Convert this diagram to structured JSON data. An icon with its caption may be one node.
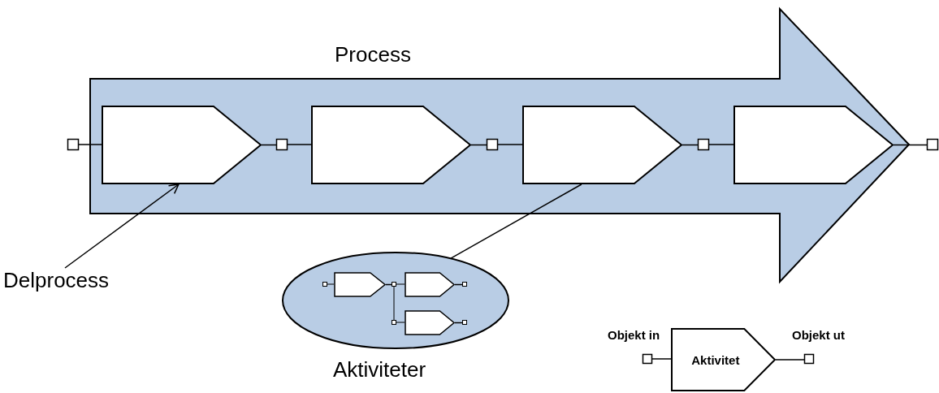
{
  "diagram": {
    "nodes": [
      {
        "text": [
          "Process"
        ]
      },
      {
        "text": [],
        "shape": "box"
      },
      {
        "text": [],
        "shape": "pentagon",
        "in": 0
      },
      {
        "text": [],
        "shape": "box",
        "in": 0
      },
      {
        "text": [],
        "shape": "pentagon",
        "in": 0
      },
      {
        "text": [],
        "shape": "box",
        "in": 0
      },
      {
        "text": [],
        "shape": "pentagon",
        "in": 0
      },
      {
        "text": [],
        "shape": "box",
        "in": 0
      },
      {
        "text": [],
        "shape": "pentagon",
        "in": 0
      },
      {
        "text": [],
        "shape": "box"
      },
      {
        "text": [
          "Delprocess"
        ]
      },
      {
        "text": [],
        "shape": "ellipse",
        "beside": [
          "Aktiviteter"
        ]
      },
      {
        "text": [],
        "shape": "box",
        "in": 11
      },
      {
        "text": [],
        "shape": "pentagon",
        "in": 11
      },
      {
        "text": [],
        "shape": "box",
        "in": 11
      },
      {
        "text": [],
        "shape": "pentagon",
        "in": 11
      },
      {
        "text": [],
        "shape": "box",
        "in": 11
      },
      {
        "text": [],
        "shape": "box",
        "in": 11
      },
      {
        "text": [],
        "shape": "pentagon",
        "in": 11
      },
      {
        "text": [],
        "shape": "box",
        "in": 11
      },
      {
        "text": [],
        "shape": "box",
        "beside": [
          "Objekt in"
        ]
      },
      {
        "text": [
          "Aktivitet"
        ]
      },
      {
        "text": [],
        "shape": "box",
        "beside": [
          "Objekt ut"
        ]
      }
    ],
    "edges": [
      {
        "from": 1,
        "to": 2,
        "arrow": "none"
      },
      {
        "from": 2,
        "to": 3,
        "arrow": "none"
      },
      {
        "from": 3,
        "to": 4,
        "arrow": "none"
      },
      {
        "from": 4,
        "to": 5,
        "arrow": "none"
      },
      {
        "from": 5,
        "to": 6,
        "arrow": "none"
      },
      {
        "from": 6,
        "to": 7,
        "arrow": "none"
      },
      {
        "from": 7,
        "to": 8,
        "arrow": "none"
      },
      {
        "from": 8,
        "to": 9,
        "arrow": "none"
      },
      {
        "from": 10,
        "to": 2,
        "arrow": "to"
      },
      {
        "from": 11,
        "to": 6,
        "arrow": "none"
      },
      {
        "from": 12,
        "to": 13,
        "arrow": "none"
      },
      {
        "from": 13,
        "to": 14,
        "arrow": "none"
      },
      {
        "from": 14,
        "to": 15,
        "arrow": "none"
      },
      {
        "from": 15,
        "to": 16,
        "arrow": "none"
      },
      {
        "from": 14,
        "to": 17,
        "arrow": "none"
      },
      {
        "from": 17,
        "to": 18,
        "arrow": "none"
      },
      {
        "from": 18,
        "to": 19,
        "arrow": "none"
      },
      {
        "from": 20,
        "to": 21,
        "arrow": "none"
      },
      {
        "from": 21,
        "to": 22,
        "arrow": "none"
      }
    ]
  }
}
